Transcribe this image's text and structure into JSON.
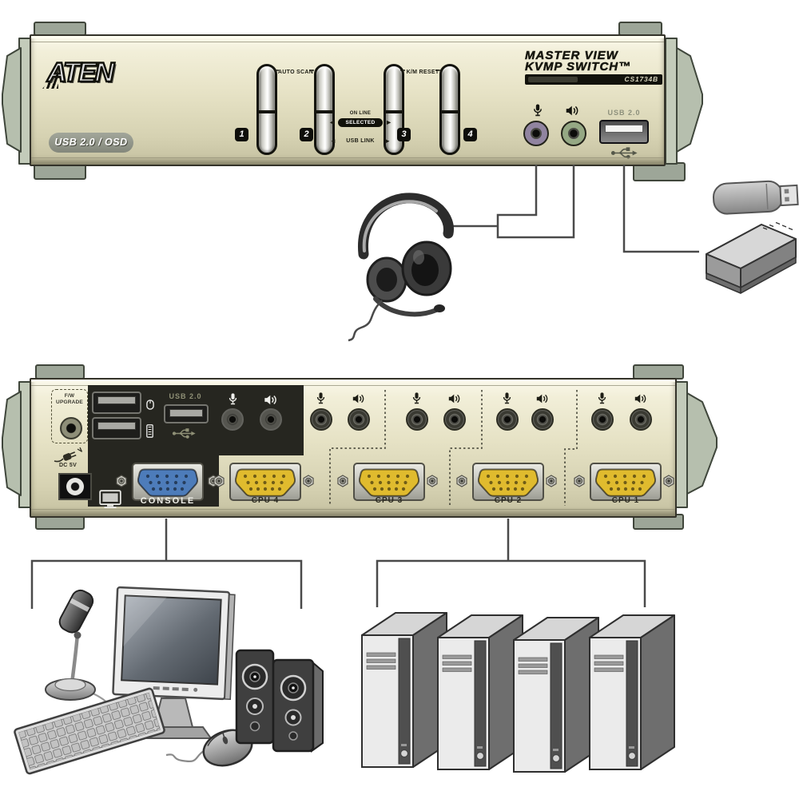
{
  "front_panel": {
    "brand_logo": "ATEN",
    "badge": "USB 2.0 / OSD",
    "buttons": [
      "1",
      "2",
      "3",
      "4"
    ],
    "auto_scan_label": "AUTO SCAN",
    "km_reset_label": "K/M RESET",
    "online_label": "ON LINE",
    "selected_label": "SELECTED",
    "usb_link_label": "USB LINK",
    "arrow_left": "◄",
    "arrow_right": "►",
    "product_line1": "MASTER VIEW",
    "product_line2": "KVMP SWITCH™",
    "model": "CS1734B",
    "usb_port_label": "USB 2.0"
  },
  "rear_panel": {
    "fw_upgrade_line1": "F/W",
    "fw_upgrade_line2": "UPGRADE",
    "usb_port_label": "USB 2.0",
    "dc_label": "DC 5V",
    "console_label": "CONSOLE",
    "cpu_labels": [
      "CPU 4",
      "CPU 3",
      "CPU 2",
      "CPU 1"
    ]
  },
  "icons": {
    "front": [
      "microphone-icon",
      "speaker-icon",
      "usb-icon"
    ],
    "rear": [
      "mouse-icon",
      "keyboard-icon",
      "usb-icon",
      "microphone-icon",
      "speaker-icon",
      "power-plug-icon",
      "monitor-icon"
    ]
  },
  "illustrations": [
    "headset",
    "usb-flash-drive",
    "external-hard-drive",
    "desk-microphone",
    "lcd-monitor",
    "keyboard",
    "mouse",
    "speaker-pair",
    "server-towers"
  ],
  "colors": {
    "case_light": "#f2efd9",
    "case_dark": "#c4c0a0",
    "bracket": "#b6bfae",
    "panel_black": "#262620",
    "console_vga": "#4d7cba",
    "cpu_vga": "#e0bb2e",
    "mic_ring": "#9184a0",
    "speaker_ring": "#95a884",
    "line": "#4a4a4a"
  }
}
